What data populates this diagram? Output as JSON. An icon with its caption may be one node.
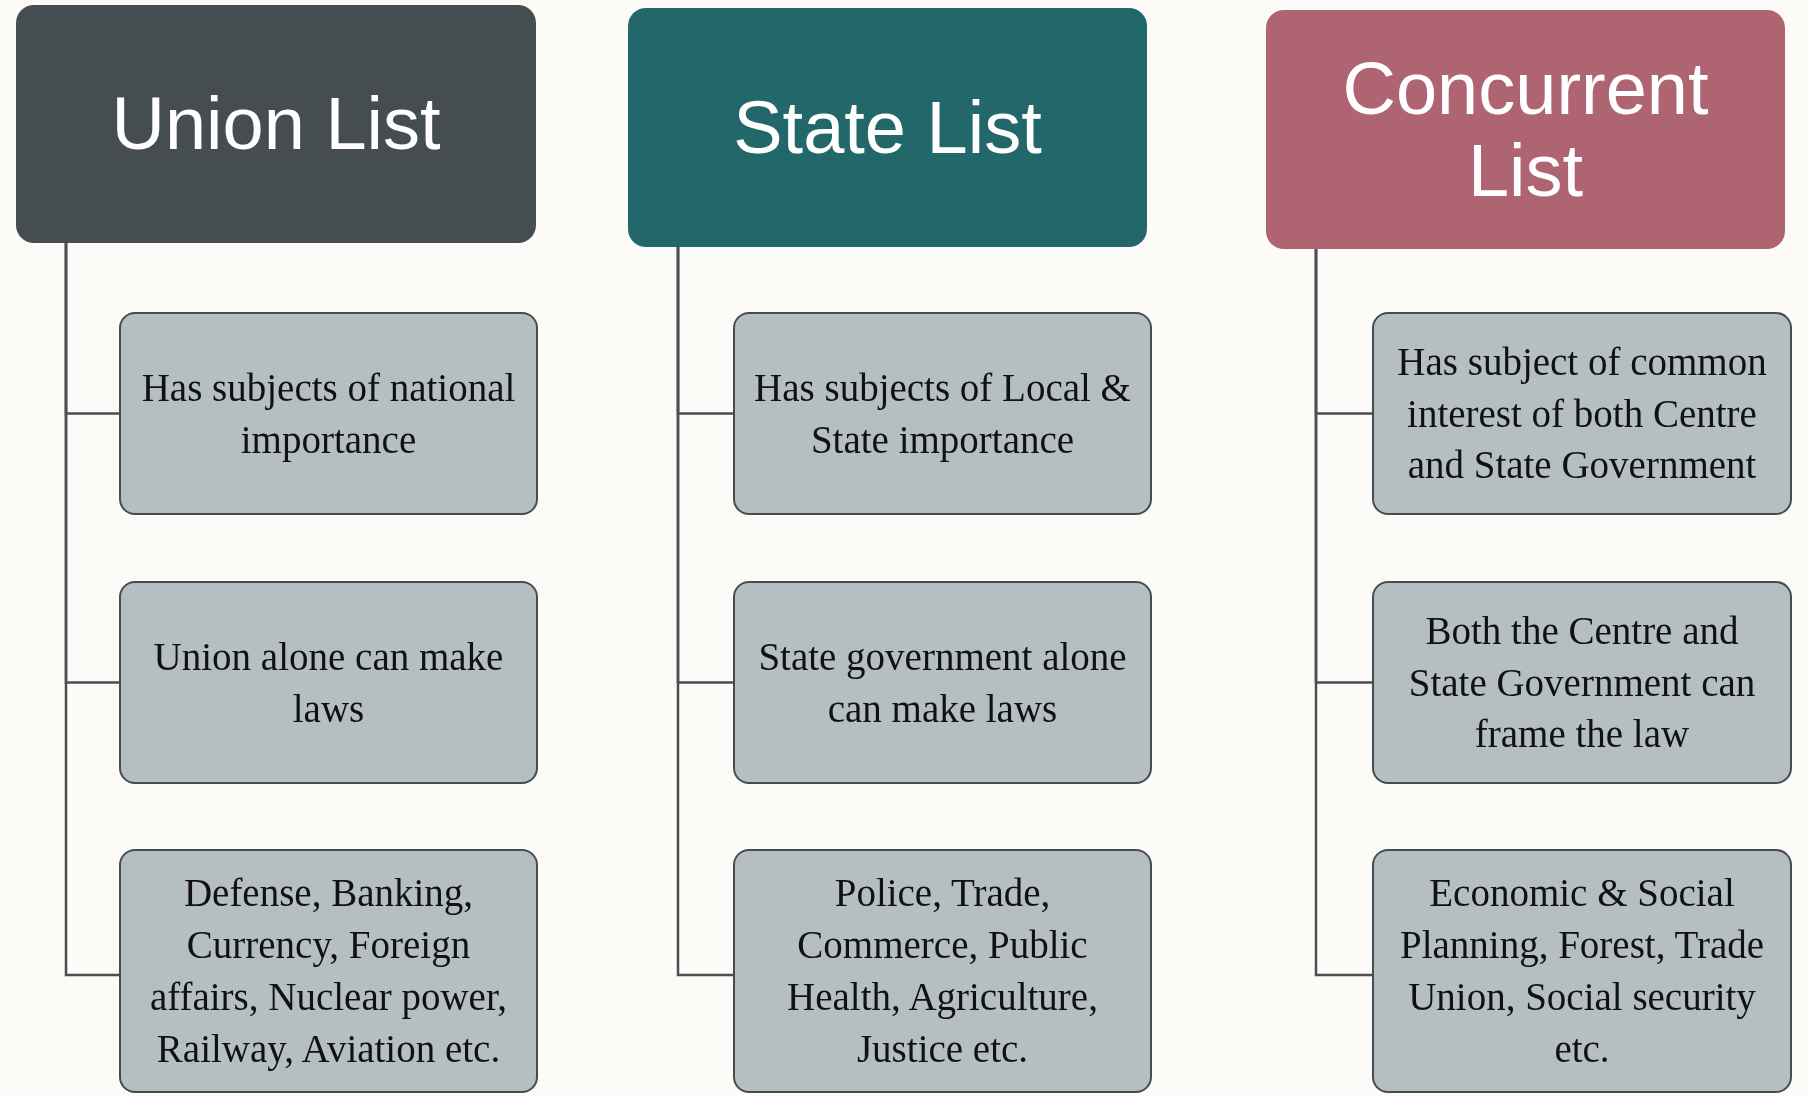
{
  "diagram": {
    "nodes": [
      {
        "text": [
          "Union List"
        ]
      },
      {
        "text": [
          "Has subjects of national importance"
        ]
      },
      {
        "text": [
          "Union alone can make laws"
        ]
      },
      {
        "text": [
          "Defense, Banking, Currency, Foreign affairs, Nuclear power, Railway, Aviation etc."
        ]
      },
      {
        "text": [
          "State List"
        ]
      },
      {
        "text": [
          "Has subjects of Local & State importance"
        ]
      },
      {
        "text": [
          "State government alone can make laws"
        ]
      },
      {
        "text": [
          "Police, Trade, Commerce, Public Health, Agriculture, Justice etc."
        ]
      },
      {
        "text": [
          "Concurrent List"
        ]
      },
      {
        "text": [
          "Has subject of common interest of both Centre and State Government"
        ]
      },
      {
        "text": [
          "Both the Centre and State Government can frame the law"
        ]
      },
      {
        "text": [
          "Economic & Social Planning, Forest, Trade Union, Social security etc."
        ]
      }
    ],
    "edges": [
      {
        "from": 0,
        "to": 1,
        "arrow": "none"
      },
      {
        "from": 0,
        "to": 2,
        "arrow": "none"
      },
      {
        "from": 0,
        "to": 3,
        "arrow": "none"
      },
      {
        "from": 4,
        "to": 5,
        "arrow": "none"
      },
      {
        "from": 4,
        "to": 6,
        "arrow": "none"
      },
      {
        "from": 4,
        "to": 7,
        "arrow": "none"
      },
      {
        "from": 8,
        "to": 9,
        "arrow": "none"
      },
      {
        "from": 8,
        "to": 10,
        "arrow": "none"
      },
      {
        "from": 8,
        "to": 11,
        "arrow": "none"
      }
    ]
  }
}
